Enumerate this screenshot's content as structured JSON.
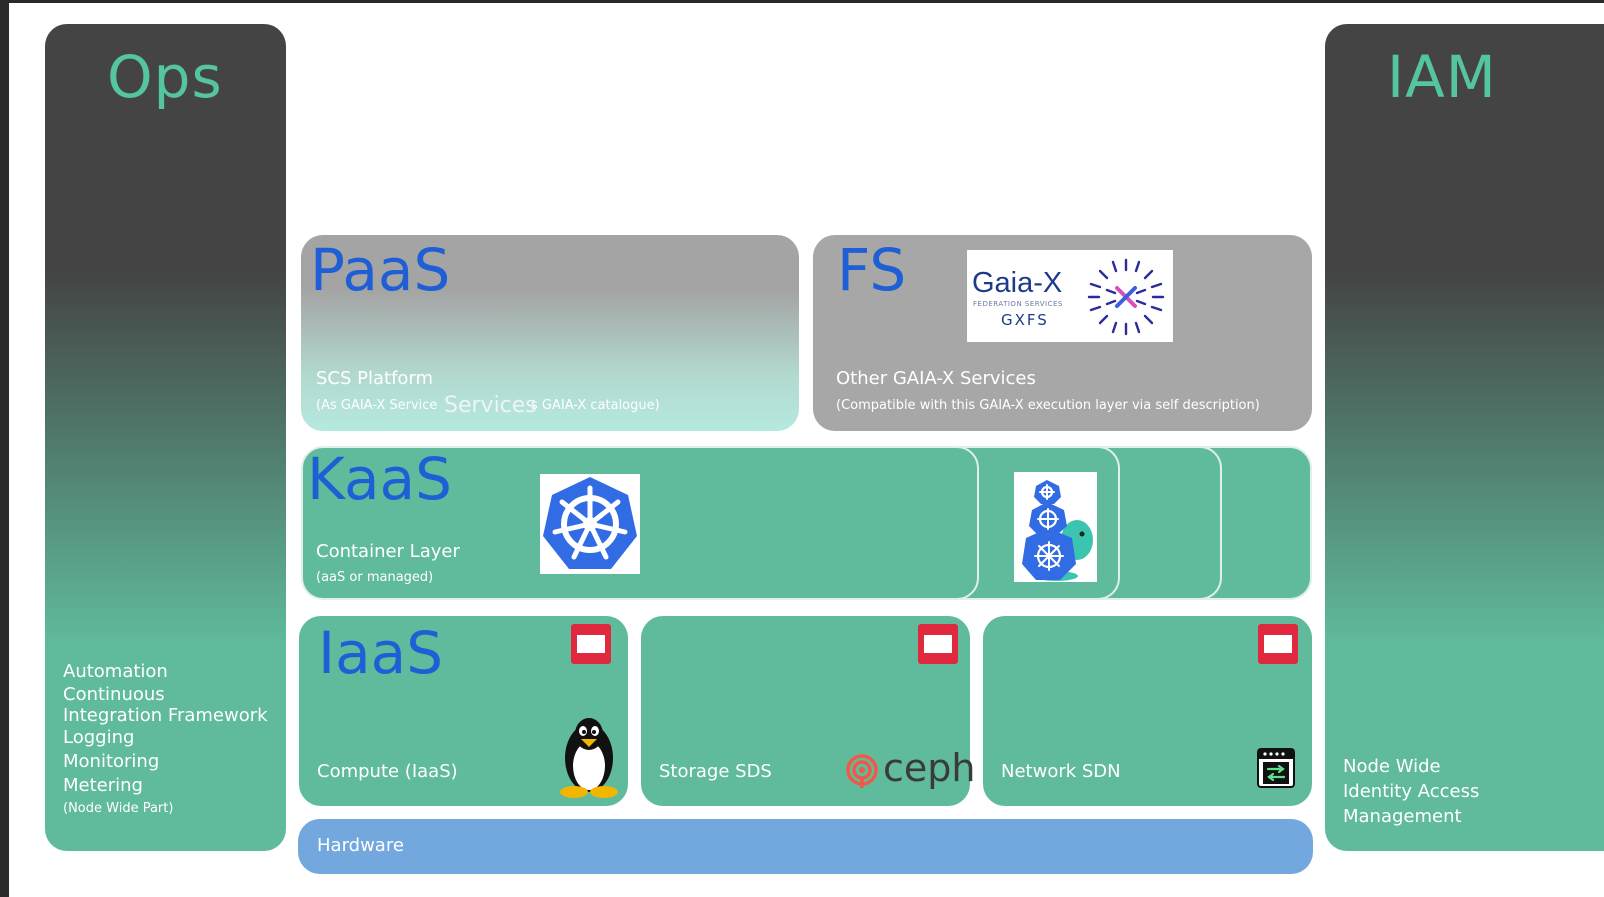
{
  "ops": {
    "title": "Ops",
    "items": [
      "Automation",
      "Continuous",
      "Integration Framework",
      "Logging",
      "Monitoring",
      "Metering"
    ],
    "note": "(Node Wide Part)"
  },
  "iam": {
    "title": "IAM",
    "lines": [
      "Node Wide",
      "Identity Access",
      "Management"
    ]
  },
  "paas": {
    "title": "PaaS",
    "label": "SCS Platform",
    "sublabel_pre": "(As GAIA-X Service",
    "sublabel_post": "s GAIA-X catalogue)",
    "overlay": "Services"
  },
  "fs": {
    "title": "FS",
    "label": "Other GAIA-X Services",
    "sublabel": "(Compatible with this GAIA-X execution layer via self description)",
    "logo": {
      "name": "Gaia-X",
      "subtitle": "FEDERATION SERVICES",
      "acronym": "GXFS"
    }
  },
  "kaas": {
    "title": "KaaS",
    "label": "Container Layer",
    "sublabel": "(aaS or managed)"
  },
  "iaas": {
    "title": "IaaS",
    "compute": "Compute (IaaS)",
    "storage": "Storage SDS",
    "network": "Network SDN",
    "ceph": "ceph"
  },
  "hardware": {
    "label": "Hardware"
  },
  "colors": {
    "pillar_dark": "#444444",
    "green": "#5fbb9b",
    "title_blue": "#1f5fd6",
    "pillar_title": "#55c4a1",
    "hardware_blue": "#73a8df",
    "openstack_red": "#e0283f"
  },
  "icons": [
    "kubernetes-logo-icon",
    "cluster-api-turtle-icon",
    "openstack-icon",
    "linux-tux-icon",
    "ceph-logo-icon",
    "network-switch-icon"
  ]
}
